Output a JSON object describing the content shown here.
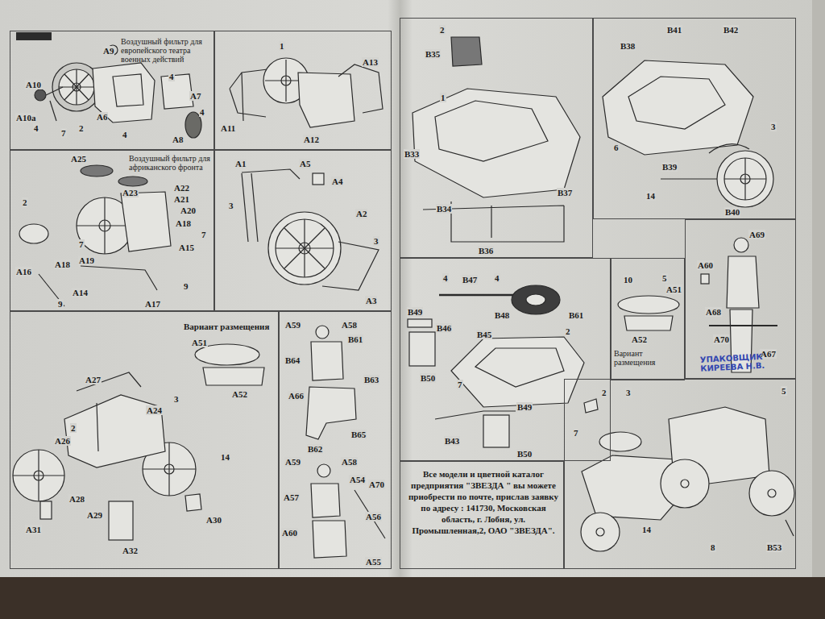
{
  "diagram": {
    "nodes": [
      {
        "text": [
          "Воздушный фильтр для европейского театра военных действий",
          "A9",
          "A10",
          "A10a",
          "A6",
          "A7",
          "A8",
          "4",
          "7",
          "2",
          "4",
          "4",
          "4"
        ]
      },
      {
        "text": [
          "1",
          "A13",
          "A11",
          "A12"
        ]
      },
      {
        "text": [
          "Воздушный фильтр для африканского фронта",
          "A25",
          "A23",
          "A22",
          "A21",
          "A20",
          "A18",
          "A15",
          "A16",
          "A18",
          "A19",
          "A14",
          "A17",
          "2",
          "7",
          "7",
          "9",
          "9"
        ]
      },
      {
        "text": [
          "A1",
          "A5",
          "A4",
          "A2",
          "A3",
          "3",
          "3"
        ]
      },
      {
        "text": [
          "Вариант размещения",
          "A51",
          "A52",
          "A27",
          "A24",
          "3",
          "A26",
          "A28",
          "A29",
          "A30",
          "A31",
          "A32",
          "14",
          "2"
        ]
      },
      {
        "text": [
          "A59",
          "A58",
          "B61",
          "B64",
          "B63",
          "A66",
          "B62",
          "B65",
          "A59",
          "A58",
          "A54",
          "A70",
          "A57",
          "A56",
          "A60",
          "A55"
        ]
      },
      {
        "text": [
          "2",
          "B35",
          "1",
          "B33",
          "B34",
          "B37",
          "B36"
        ]
      },
      {
        "text": [
          "B38",
          "B41",
          "B42",
          "6",
          "B39",
          "3",
          "14",
          "B40"
        ]
      },
      {
        "text": [
          "B49",
          "4",
          "B47",
          "4",
          "B48",
          "B46",
          "B45",
          "B61",
          "2",
          "B50",
          "7",
          "B49",
          "B43",
          "B50"
        ]
      },
      {
        "text": [
          "10",
          "5",
          "A51",
          "A52",
          "Вариант размещения"
        ]
      },
      {
        "text": [
          "A69",
          "A60",
          "A68",
          "A70",
          "A67"
        ]
      },
      {
        "text": [
          "Все модели и цветной каталог предприятия \"ЗВЕЗДА \" вы можете приобрести по почте, прислав заявку по адресу : 141730, Московская область, г. Лобня, ул. Промышленная,2, ОАО \"ЗВЕЗДА\"."
        ]
      },
      {
        "text": [
          "2",
          "3",
          "7",
          "5",
          "14",
          "8",
          "B53"
        ]
      }
    ],
    "labels": [
      "УПАКОВЩИК КИРЕЕВА Н.В."
    ]
  }
}
